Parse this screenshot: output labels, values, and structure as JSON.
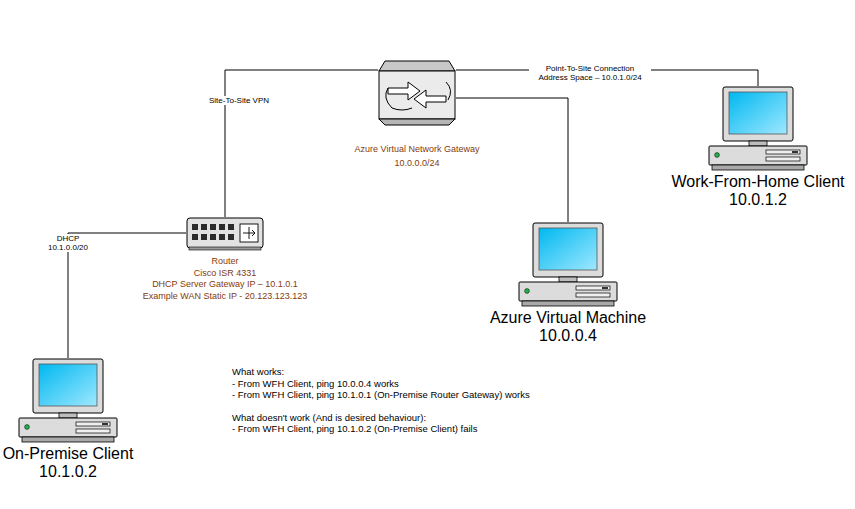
{
  "diagram": {
    "nodes": [
      {
        "text": [
          "Azure Virtual Network Gateway",
          "10.0.0.0/24"
        ]
      },
      {
        "text": [
          "Work-From-Home Client",
          "10.0.1.2"
        ]
      },
      {
        "text": [
          "Router",
          "Cisco ISR 4331",
          "DHCP Server Gateway IP – 10.1.0.1",
          "Example WAN Static IP - 20.123.123.123"
        ]
      },
      {
        "text": [
          "Azure Virtual Machine",
          "10.0.0.4"
        ]
      },
      {
        "text": [
          "On-Premise Client",
          "10.1.0.2"
        ]
      }
    ],
    "edges": [
      {
        "from": 2,
        "to": 0,
        "arrow": "none",
        "label": "Site-To-Site VPN"
      },
      {
        "from": 0,
        "to": 1,
        "arrow": "none",
        "label": "Point-To-Site Connection Address Space – 10.0.1.0/24"
      },
      {
        "from": 0,
        "to": 3,
        "arrow": "none"
      },
      {
        "from": 2,
        "to": 4,
        "arrow": "none",
        "label": "DHCP 10.1.0.0/20"
      }
    ],
    "labels": [
      "What works:",
      "- From WFH Client, ping 10.0.0.4 works",
      "- From WFH Client, ping 10.1.0.1 (On-Premise Router Gateway) works",
      "What doesn't work (And is desired behaviour):",
      "- From WFH Client, ping 10.1.0.2 (On-Premise Client) fails"
    ]
  }
}
